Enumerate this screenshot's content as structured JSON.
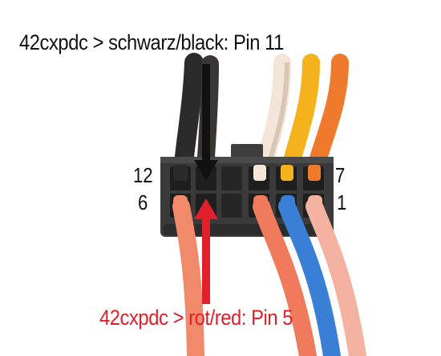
{
  "labels": {
    "top": "42cxpdc > schwarz/black: Pin 11",
    "bottom": "42cxpdc > rot/red: Pin 5"
  },
  "pins": {
    "top_left": "12",
    "bottom_left": "6",
    "top_right": "7",
    "bottom_right": "1"
  },
  "colors": {
    "black_wire": "#2a2a2a",
    "red_arrow": "#e0202b",
    "wire_white": "#f3e6d8",
    "wire_yellow": "#f4b21c",
    "wire_orange": "#f07a2c",
    "wire_salmon": "#f08a6a",
    "wire_blue": "#3a7fd6",
    "wire_pink": "#f4b3a0",
    "connector": "#3a3a3a"
  }
}
